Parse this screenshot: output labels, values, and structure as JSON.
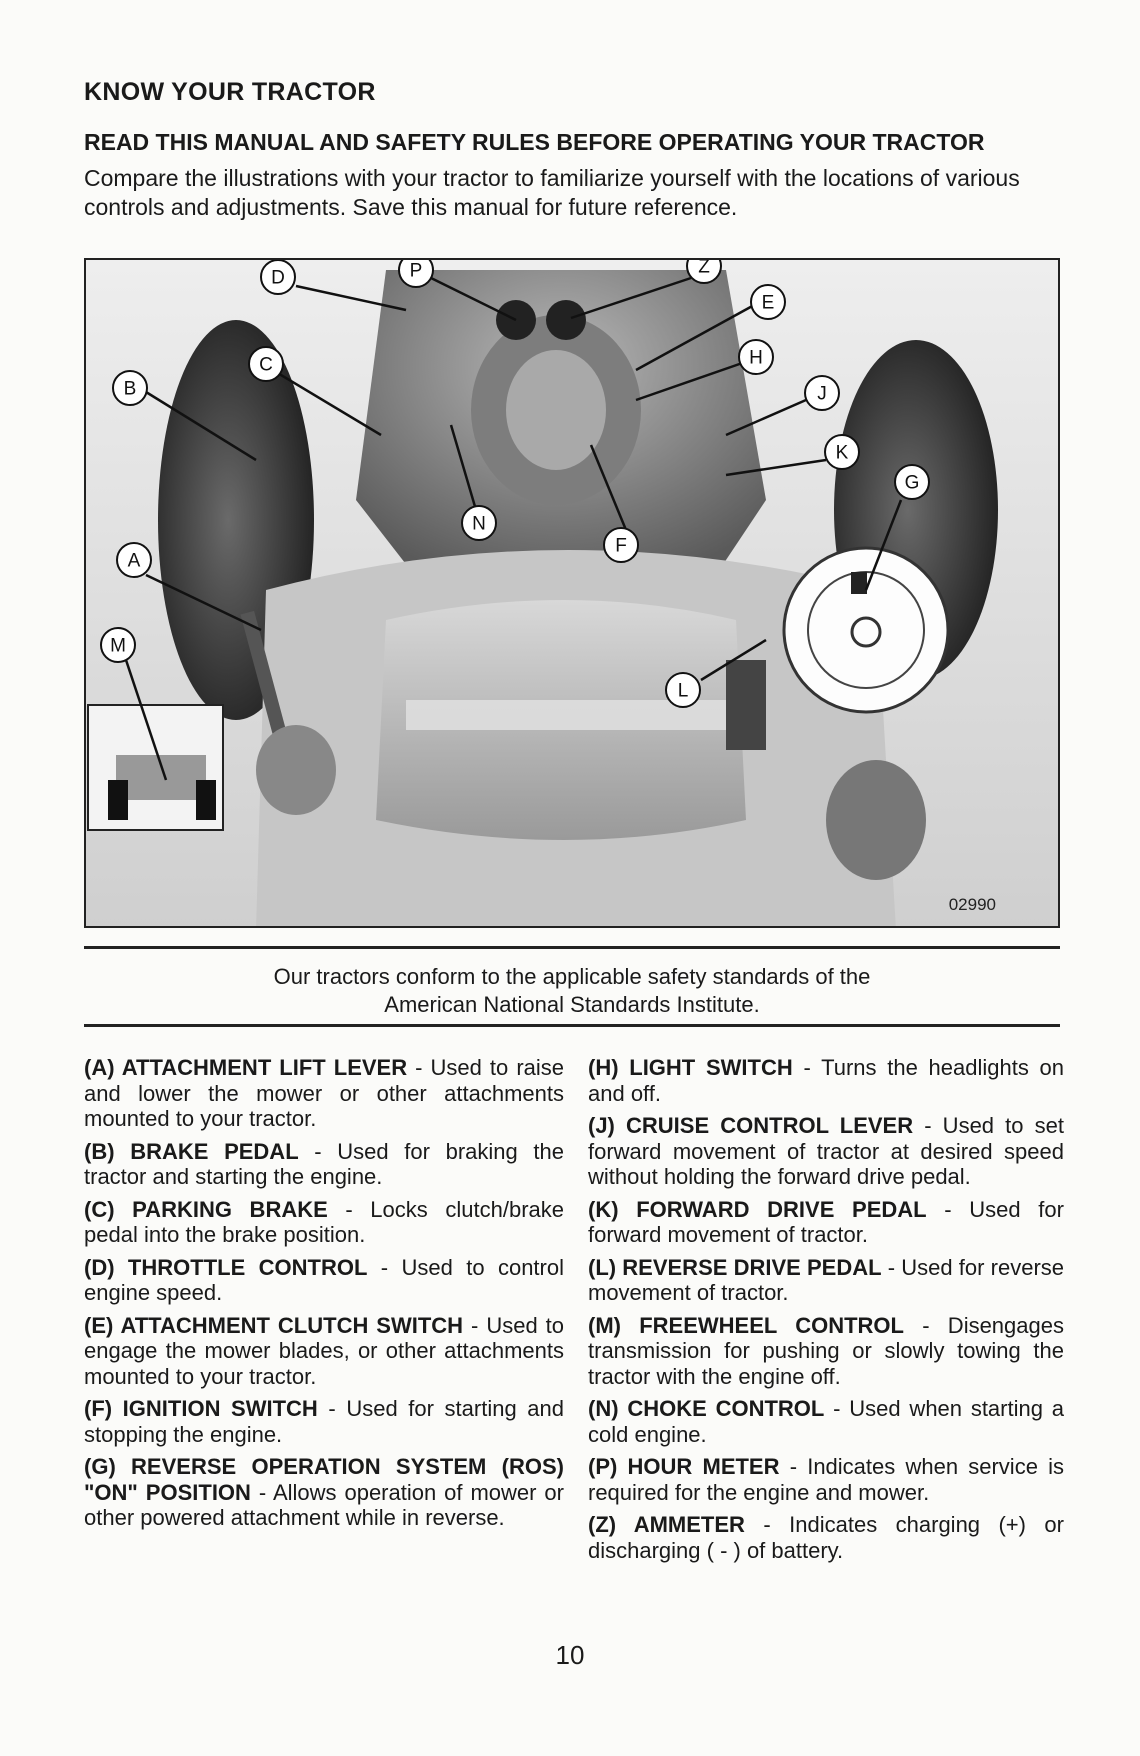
{
  "header": {
    "title": "KNOW YOUR TRACTOR",
    "subtitle": "READ THIS MANUAL AND SAFETY RULES BEFORE OPERATING YOUR TRACTOR",
    "intro": "Compare the illustrations with your tractor to familiarize yourself with the locations of various controls and adjustments. Save this manual for future reference."
  },
  "figure": {
    "image_number": "02990",
    "callouts": [
      "A",
      "B",
      "C",
      "D",
      "E",
      "F",
      "G",
      "H",
      "J",
      "K",
      "L",
      "M",
      "N",
      "P",
      "Z"
    ]
  },
  "note": {
    "line1": "Our tractors conform to the applicable safety standards of the",
    "line2": "American National Standards Institute."
  },
  "controls_left": [
    {
      "term": "(A) ATTACHMENT LIFT LEVER",
      "desc": " - Used to raise and lower the mower or other attachments mounted to your tractor."
    },
    {
      "term": "(B) BRAKE PEDAL",
      "desc": " - Used for braking the tractor and starting the engine."
    },
    {
      "term": "(C) PARKING BRAKE",
      "desc": " - Locks clutch/brake pedal into the brake position."
    },
    {
      "term": "(D) THROTTLE CONTROL",
      "desc": " - Used to control engine speed."
    },
    {
      "term": "(E) ATTACHMENT CLUTCH SWITCH",
      "desc": " - Used to engage the mower blades, or other attachments mounted to your tractor."
    },
    {
      "term": "(F) IGNITION SWITCH",
      "desc": " - Used for starting and stopping the engine."
    },
    {
      "term": "(G) REVERSE OPERATION SYSTEM (ROS) \"ON\" POSITION",
      "desc": " - Allows operation of mower or other powered attachment while in reverse."
    }
  ],
  "controls_right": [
    {
      "term": "(H) LIGHT SWITCH",
      "desc": " - Turns the headlights on and off."
    },
    {
      "term": "(J) CRUISE CONTROL LEVER",
      "desc": " - Used to set forward movement of tractor at desired speed without holding the forward drive pedal."
    },
    {
      "term": "(K) FORWARD DRIVE PEDAL",
      "desc": " - Used for forward movement of tractor."
    },
    {
      "term": "(L) REVERSE DRIVE PEDAL",
      "desc": " - Used for reverse movement of tractor."
    },
    {
      "term": "(M) FREEWHEEL CONTROL",
      "desc": " - Disengages transmission for pushing or slowly towing the tractor with the engine off."
    },
    {
      "term": "(N) CHOKE CONTROL",
      "desc": " - Used when starting a cold engine."
    },
    {
      "term": "(P) HOUR METER",
      "desc": " - Indicates when service is required for the engine and mower."
    },
    {
      "term": "(Z) AMMETER",
      "desc": " - Indicates charging (+) or discharging ( - ) of battery."
    }
  ],
  "footer": {
    "page_number": "10"
  }
}
